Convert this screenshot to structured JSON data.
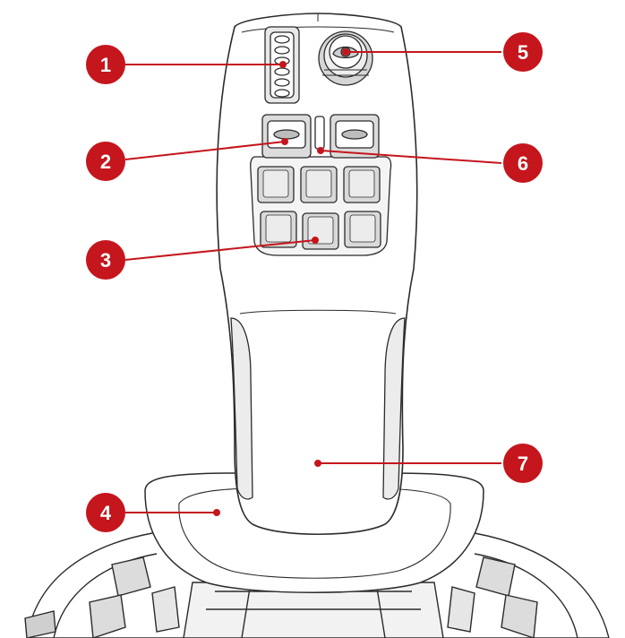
{
  "colors": {
    "callout": "#c4161c",
    "outline": "#2b2b2b",
    "button_fill": "#d9d9d9",
    "body_fill": "#ffffff"
  },
  "callouts": [
    {
      "label": "1",
      "part": "thumb-wheel-buttons"
    },
    {
      "label": "2",
      "part": "rocker-switch-buttons"
    },
    {
      "label": "3",
      "part": "button-grid"
    },
    {
      "label": "4",
      "part": "base-wrist-rest"
    },
    {
      "label": "5",
      "part": "rotary-knob"
    },
    {
      "label": "6",
      "part": "center-indicator"
    },
    {
      "label": "7",
      "part": "handle-grip"
    }
  ]
}
